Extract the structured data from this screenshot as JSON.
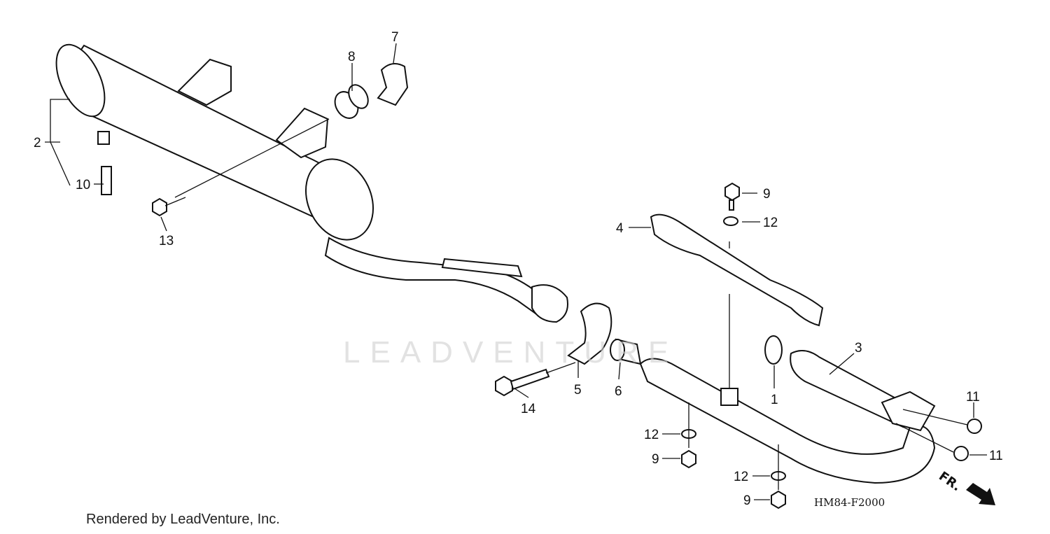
{
  "diagram": {
    "watermark": "LEADVENTURE",
    "diagram_code": "HM84-F2000",
    "front_indicator": "FR.",
    "credit": "Rendered by LeadVenture, Inc.",
    "callouts": [
      {
        "id": "c1",
        "label": "1"
      },
      {
        "id": "c2",
        "label": "2"
      },
      {
        "id": "c3",
        "label": "3"
      },
      {
        "id": "c4",
        "label": "4"
      },
      {
        "id": "c5",
        "label": "5"
      },
      {
        "id": "c6",
        "label": "6"
      },
      {
        "id": "c7",
        "label": "7"
      },
      {
        "id": "c8",
        "label": "8"
      },
      {
        "id": "c9a",
        "label": "9"
      },
      {
        "id": "c9b",
        "label": "9"
      },
      {
        "id": "c9c",
        "label": "9"
      },
      {
        "id": "c10",
        "label": "10"
      },
      {
        "id": "c11a",
        "label": "11"
      },
      {
        "id": "c11b",
        "label": "11"
      },
      {
        "id": "c12a",
        "label": "12"
      },
      {
        "id": "c12b",
        "label": "12"
      },
      {
        "id": "c12c",
        "label": "12"
      },
      {
        "id": "c13",
        "label": "13"
      },
      {
        "id": "c14",
        "label": "14"
      }
    ]
  }
}
